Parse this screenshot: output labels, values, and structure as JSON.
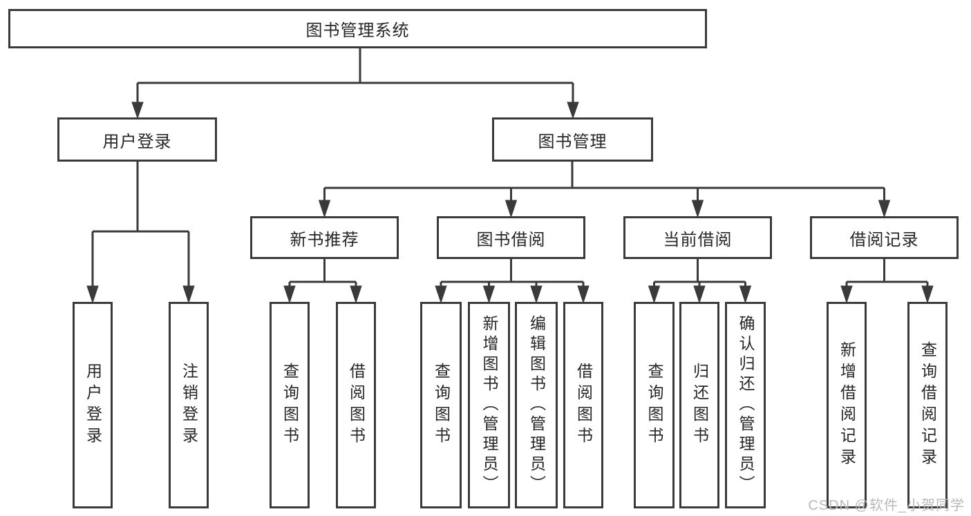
{
  "tree": {
    "label": "图书管理系统",
    "children": [
      {
        "label": "用户登录",
        "children": [
          {
            "label": "用户登录"
          },
          {
            "label": "注销登录"
          }
        ]
      },
      {
        "label": "图书管理",
        "children": [
          {
            "label": "新书推荐",
            "children": [
              {
                "label": "查询图书"
              },
              {
                "label": "借阅图书"
              }
            ]
          },
          {
            "label": "图书借阅",
            "children": [
              {
                "label": "查询图书"
              },
              {
                "label": "新增图书（管理员）"
              },
              {
                "label": "编辑图书（管理员）"
              },
              {
                "label": "借阅图书"
              }
            ]
          },
          {
            "label": "当前借阅",
            "children": [
              {
                "label": "查询图书"
              },
              {
                "label": "归还图书"
              },
              {
                "label": "确认归还（管理员）"
              }
            ]
          },
          {
            "label": "借阅记录",
            "children": [
              {
                "label": "新增借阅记录"
              },
              {
                "label": "查询借阅记录"
              }
            ]
          }
        ]
      }
    ]
  },
  "watermark": {
    "text": "CSDN @软件_小贺同学"
  },
  "colors": {
    "line": "#3a3a3a",
    "text": "#262626",
    "watermark": "#b9b9b9",
    "background": "#ffffff"
  }
}
